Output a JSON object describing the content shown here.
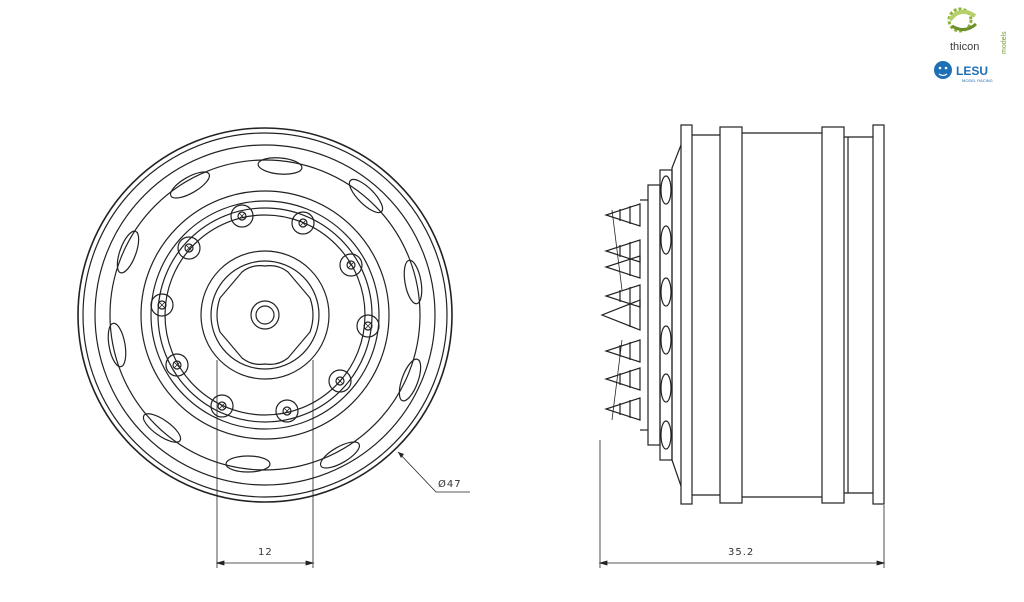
{
  "logos": {
    "thicon_main": "thicon",
    "thicon_sub": "models",
    "lesu_main": "LESU",
    "lesu_sub": "MODEL RACING"
  },
  "dimensions": {
    "diameter": "Ø47",
    "hub_width": "12",
    "total_width": "35.2"
  },
  "colors": {
    "line": "#222222",
    "thicon_green": "#8cb33a",
    "lesu_blue": "#1f6fb5"
  }
}
